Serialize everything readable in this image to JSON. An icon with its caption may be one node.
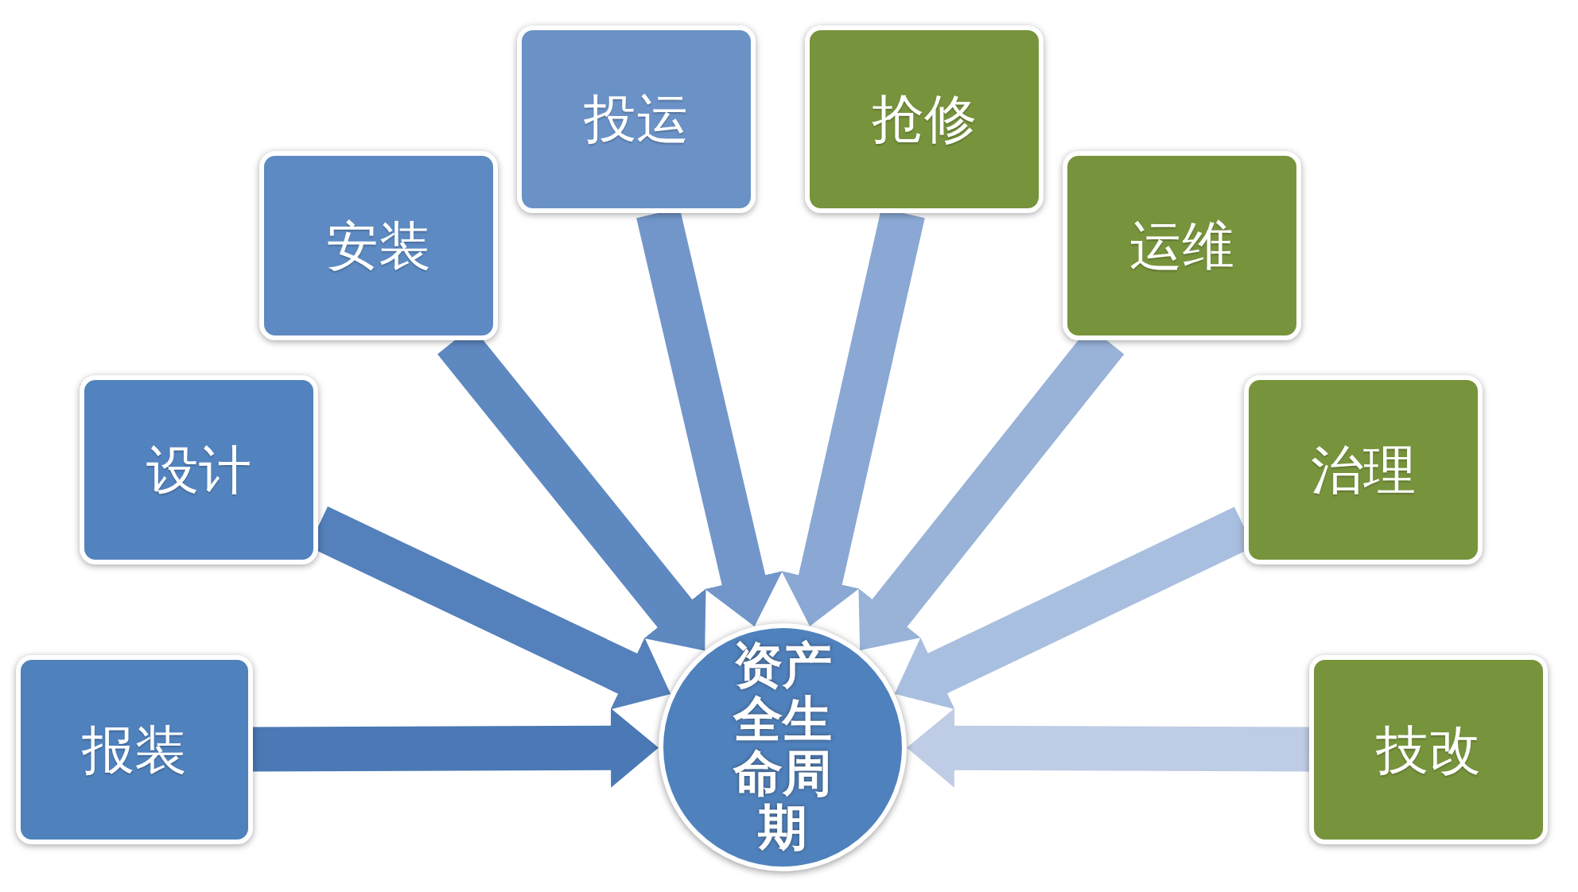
{
  "diagram": {
    "nodes": [
      {
        "text": [
          "报装"
        ]
      },
      {
        "text": [
          "设计"
        ]
      },
      {
        "text": [
          "安装"
        ]
      },
      {
        "text": [
          "投运"
        ]
      },
      {
        "text": [
          "抢修"
        ]
      },
      {
        "text": [
          "运维"
        ]
      },
      {
        "text": [
          "治理"
        ]
      },
      {
        "text": [
          "技改"
        ]
      },
      {
        "text": [
          "资产全生命周期"
        ]
      }
    ],
    "edges": [
      {
        "from": 0,
        "to": 8,
        "arrow": "to",
        "color": "#4a79b5"
      },
      {
        "from": 1,
        "to": 8,
        "arrow": "to",
        "color": "#5480bb"
      },
      {
        "from": 2,
        "to": 8,
        "arrow": "to",
        "color": "#5e88c0"
      },
      {
        "from": 3,
        "to": 8,
        "arrow": "to",
        "color": "#7296c9"
      },
      {
        "from": 4,
        "to": 8,
        "arrow": "to",
        "color": "#8aa8d3"
      },
      {
        "from": 5,
        "to": 8,
        "arrow": "to",
        "color": "#98b2d8"
      },
      {
        "from": 6,
        "to": 8,
        "arrow": "to",
        "color": "#a9bfdf"
      },
      {
        "from": 7,
        "to": 8,
        "arrow": "to",
        "color": "#bfcce5"
      }
    ]
  }
}
